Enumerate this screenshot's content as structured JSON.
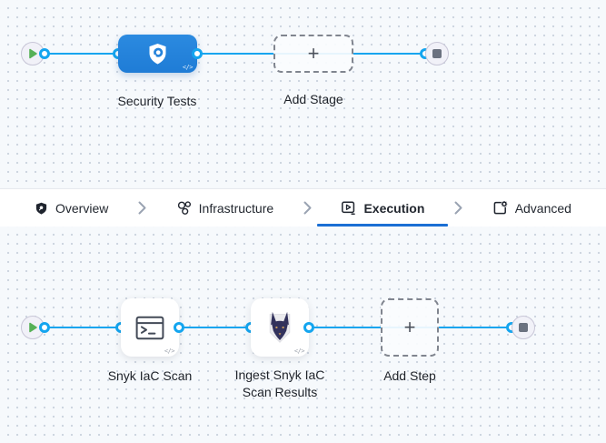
{
  "colors": {
    "canvas_bg": "#f6f9fc",
    "grid_dot": "#ccd4df",
    "flow_line_blue": "#14a5ef",
    "stage_node_blue": "#2583db",
    "selected_tab_underline": "#1a6fd4",
    "label_text": "#1d2128",
    "play_green": "#57b157",
    "end_square_gray": "#6b7280"
  },
  "stage_pipeline": {
    "stage": {
      "label": "Security Tests",
      "icon": "shield-scan-icon",
      "code_badge": "</>"
    },
    "add_stage": {
      "label": "Add Stage",
      "plus": "+"
    }
  },
  "tab_bar": {
    "separator_icon": "chevron-right-icon",
    "tabs": [
      {
        "label": "Overview",
        "icon": "shield-icon",
        "selected": false
      },
      {
        "label": "Infrastructure",
        "icon": "cluster-icon",
        "selected": false
      },
      {
        "label": "Execution",
        "icon": "play-square-icon",
        "selected": true
      },
      {
        "label": "Advanced",
        "icon": "advanced-box-gear-icon",
        "selected": false
      }
    ]
  },
  "step_pipeline": {
    "steps": [
      {
        "label": "Snyk IaC Scan",
        "icon": "terminal-icon",
        "code_badge": "</>"
      },
      {
        "label": "Ingest Snyk IaC Scan Results",
        "icon": "snyk-dog-icon",
        "code_badge": "</>"
      }
    ],
    "add_step": {
      "label": "Add Step",
      "plus": "+"
    }
  }
}
